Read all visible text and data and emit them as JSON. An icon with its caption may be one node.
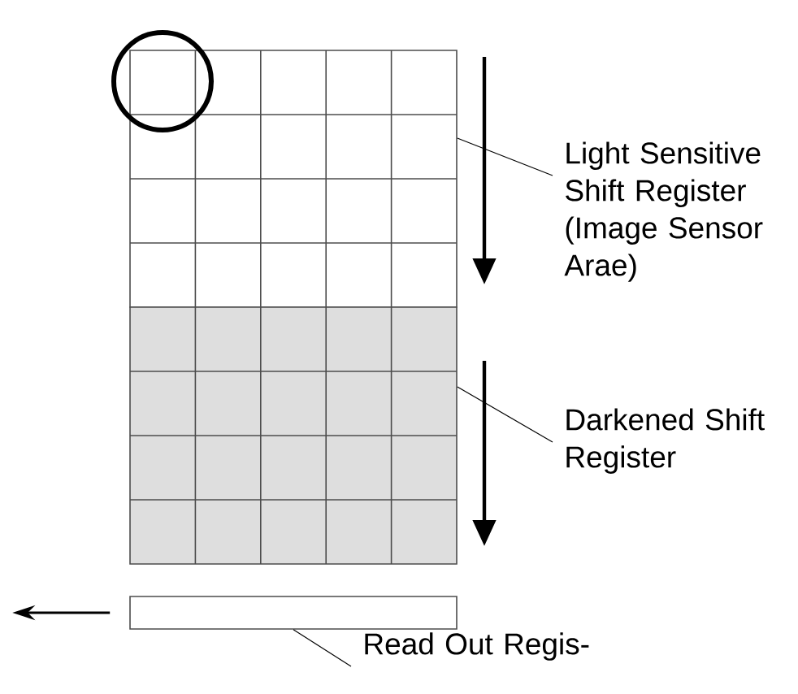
{
  "diagram": {
    "nodes": [
      {
        "text": [],
        "shape": "box"
      },
      {
        "text": [],
        "shape": "box"
      },
      {
        "text": [],
        "shape": "bar"
      },
      {
        "text": [
          "Light Sensitive Shift Register (Image Sensor Arae)"
        ]
      },
      {
        "text": [
          "Darkened Shift Register"
        ]
      },
      {
        "text": [
          "Read Out Regis-"
        ]
      }
    ],
    "edges": [
      {
        "from": 3,
        "to": 0,
        "arrow": "none"
      },
      {
        "from": 4,
        "to": 1,
        "arrow": "none"
      },
      {
        "from": 5,
        "to": 2,
        "arrow": "none"
      },
      {
        "from": 2,
        "to": null,
        "arrow": "to"
      }
    ]
  }
}
